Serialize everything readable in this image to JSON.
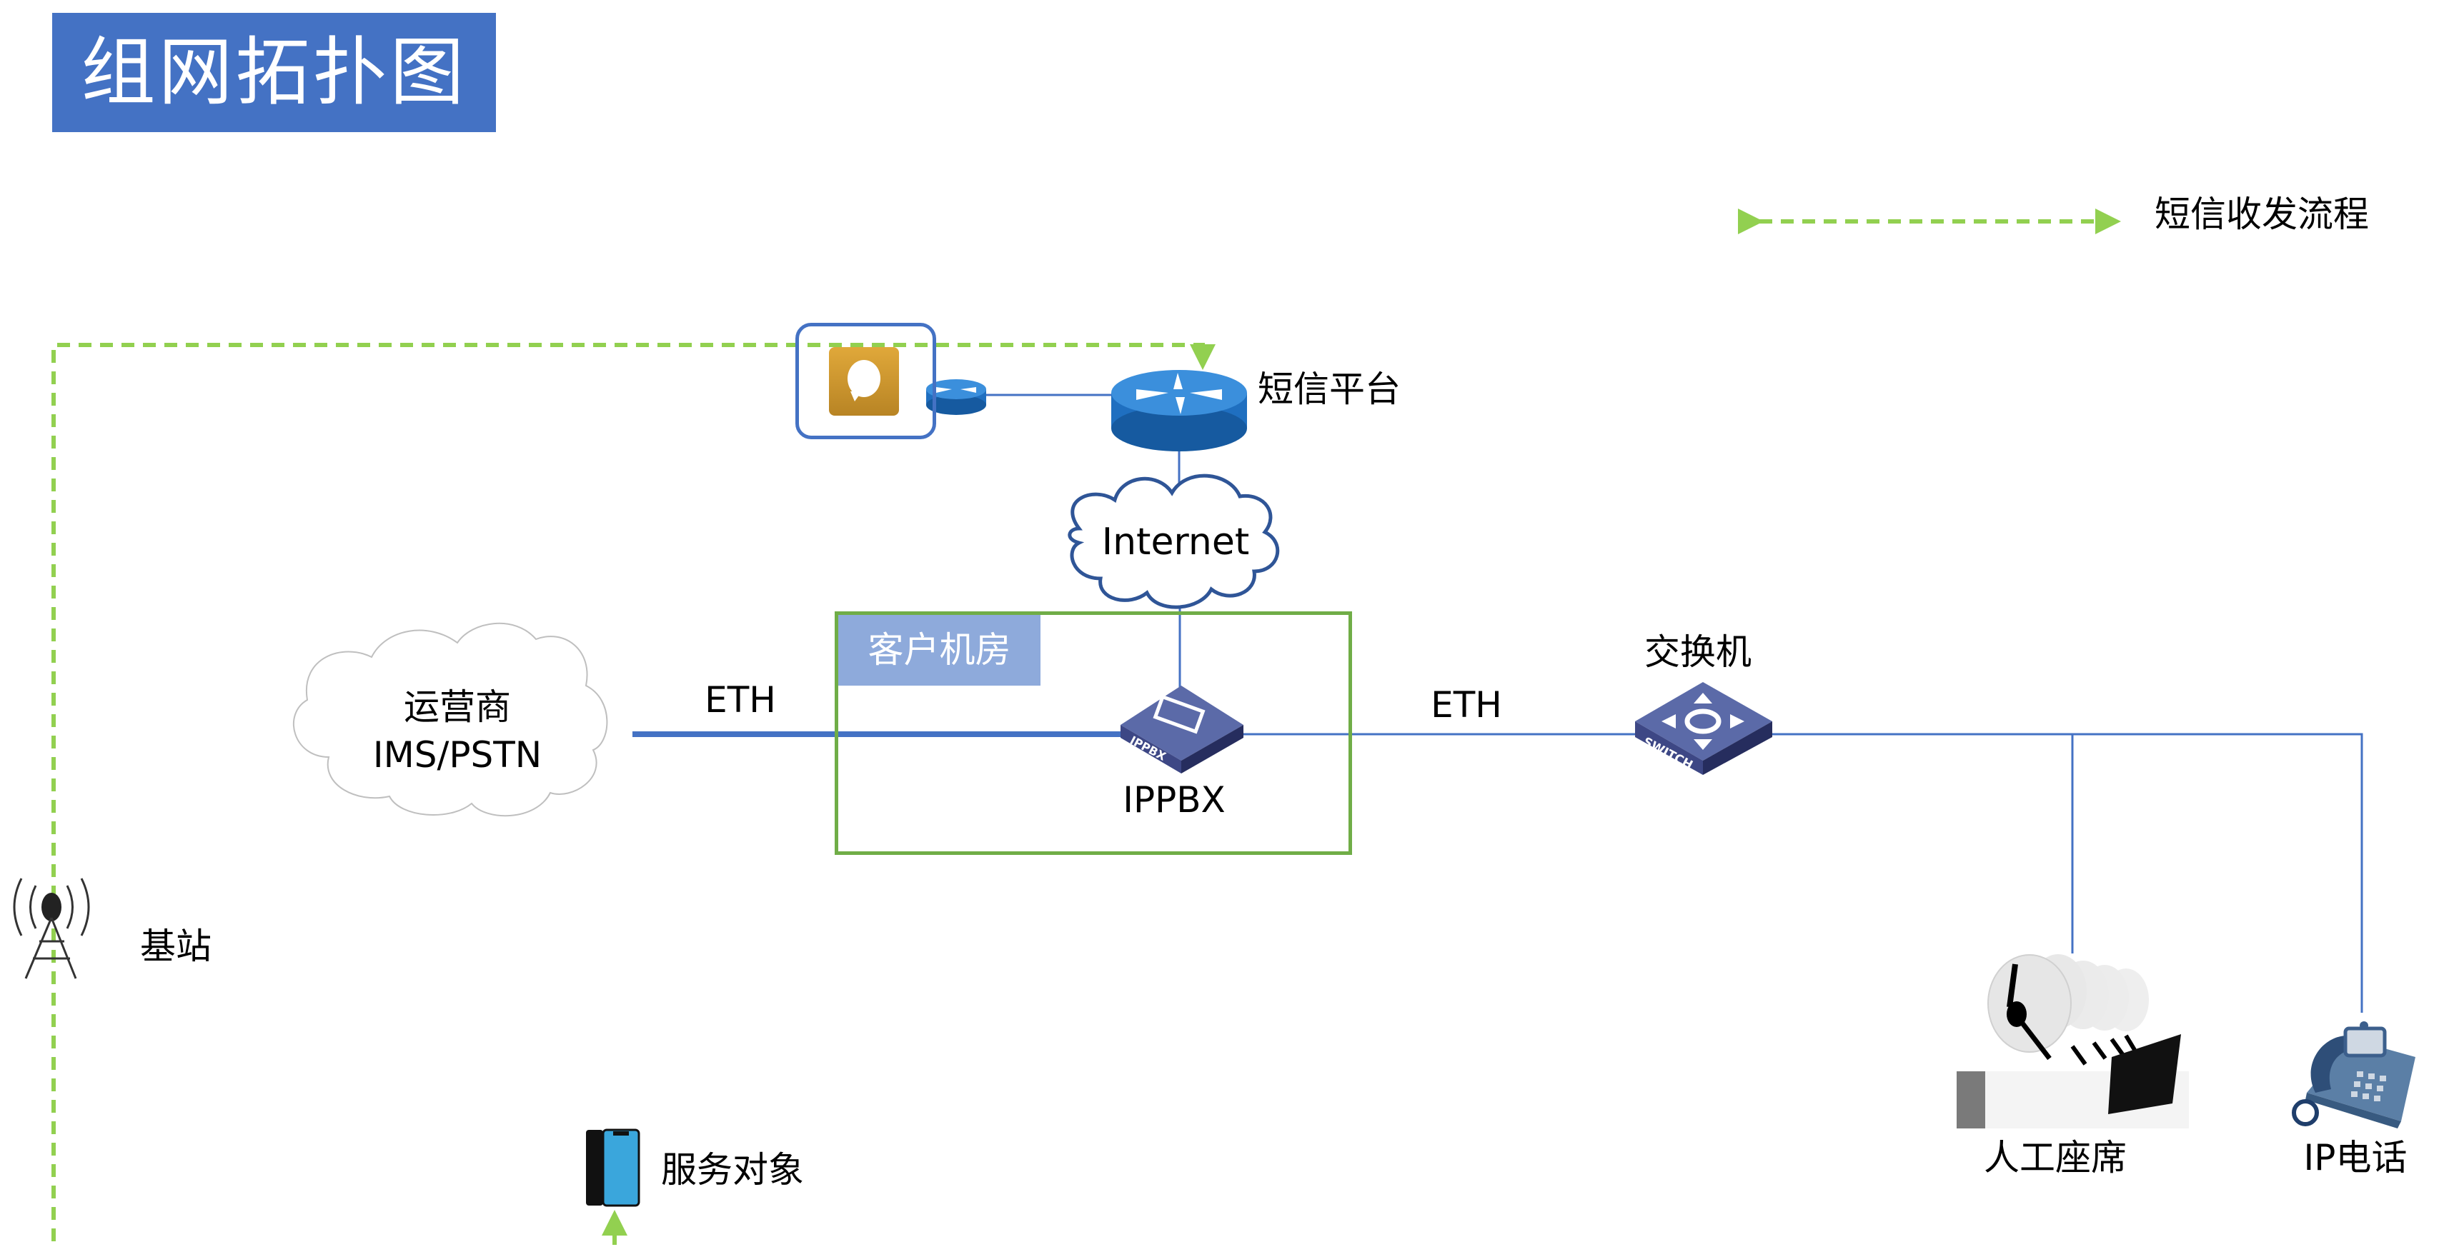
{
  "title": "组网拓扑图",
  "legend": {
    "label": "短信收发流程",
    "line_color": "#92d050",
    "line_style": "dashed-double-arrow"
  },
  "colors": {
    "title_bg": "#4472c4",
    "sms_flow": "#92d050",
    "link": "#4472c4",
    "room_border": "#70ad47",
    "room_label_bg": "#8eaadb"
  },
  "nodes": {
    "sms_platform": {
      "label": "短信平台",
      "icon": "router-icon"
    },
    "sms_app": {
      "icon": "message-app-icon"
    },
    "internet": {
      "label": "Internet",
      "icon": "cloud-icon"
    },
    "customer_room": {
      "label": "客户机房"
    },
    "carrier": {
      "label_line1": "运营商",
      "label_line2": "IMS/PSTN",
      "icon": "cloud-icon"
    },
    "ippbx": {
      "label": "IPPBX",
      "device_text": "IPPBX"
    },
    "switch": {
      "label": "交换机",
      "device_text": "SWITCH"
    },
    "agents": {
      "label": "人工座席"
    },
    "ip_phone": {
      "label": "IP电话"
    },
    "base_station": {
      "label": "基站"
    },
    "service_target": {
      "label": "服务对象"
    }
  },
  "links": {
    "carrier_ippbx": {
      "label": "ETH"
    },
    "ippbx_switch": {
      "label": "ETH"
    }
  }
}
